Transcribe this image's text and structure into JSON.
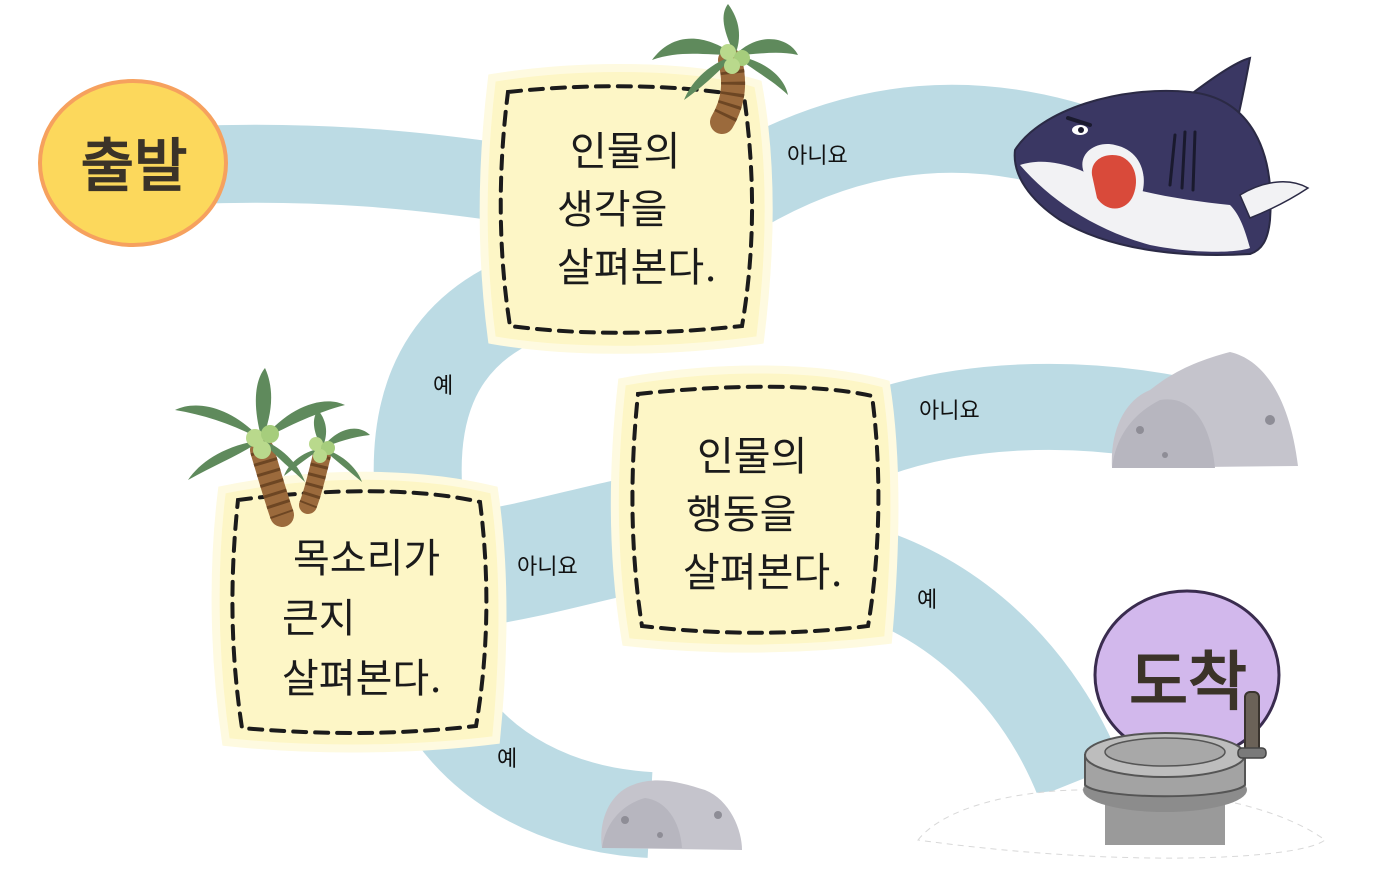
{
  "start": {
    "label": "출발"
  },
  "finish": {
    "label": "도착"
  },
  "questions": {
    "q1": {
      "lines": [
        "인물의",
        "생각을",
        "살펴본다."
      ]
    },
    "q2": {
      "lines": [
        "목소리가",
        "큰지",
        "살펴본다."
      ]
    },
    "q3": {
      "lines": [
        "인물의",
        "행동을",
        "살펴본다."
      ]
    }
  },
  "edge_labels": {
    "q1_no": "아니요",
    "q1_yes": "예",
    "q2_no": "아니요",
    "q2_yes": "예",
    "q3_no": "아니요",
    "q3_yes": "예"
  },
  "colors": {
    "path": "#bcdbe4",
    "start_fill": "#fcd85c",
    "start_border": "#f6a15e",
    "finish_fill": "#d2b8ec",
    "finish_border": "#3a2c4f",
    "box_fill": "#fdf6c6",
    "box_glow": "#fefae0",
    "dash": "#1b1b1b",
    "shark": "#3a3763",
    "rock": "#c5c4cc"
  }
}
